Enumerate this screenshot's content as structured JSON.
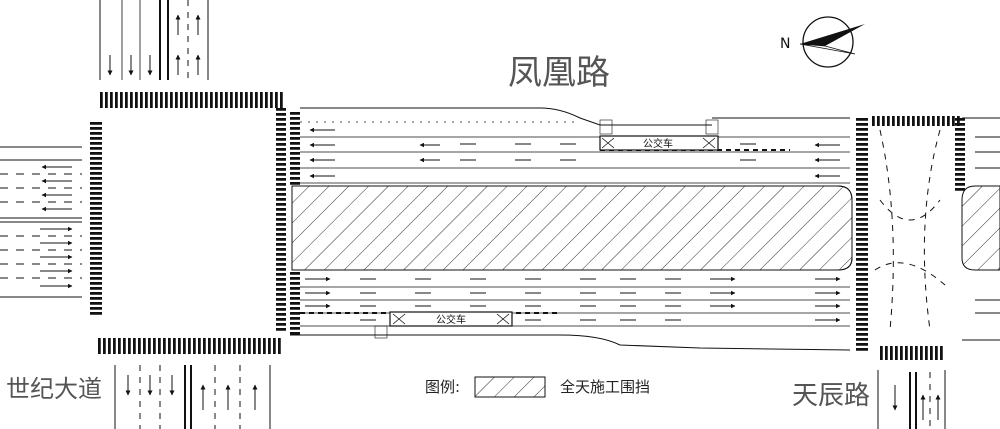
{
  "roads": {
    "north": "凤凰路",
    "west": "世纪大道",
    "east": "天辰路"
  },
  "bus_stops": {
    "north_label": "公交车",
    "south_label": "公交车"
  },
  "legend": {
    "prefix": "图例:",
    "construction_label": "全天施工围挡"
  },
  "compass": {
    "north_letter": "N"
  },
  "colors": {
    "ink": "#1a1a1a",
    "hatch": "#333333",
    "label": "#555555"
  }
}
